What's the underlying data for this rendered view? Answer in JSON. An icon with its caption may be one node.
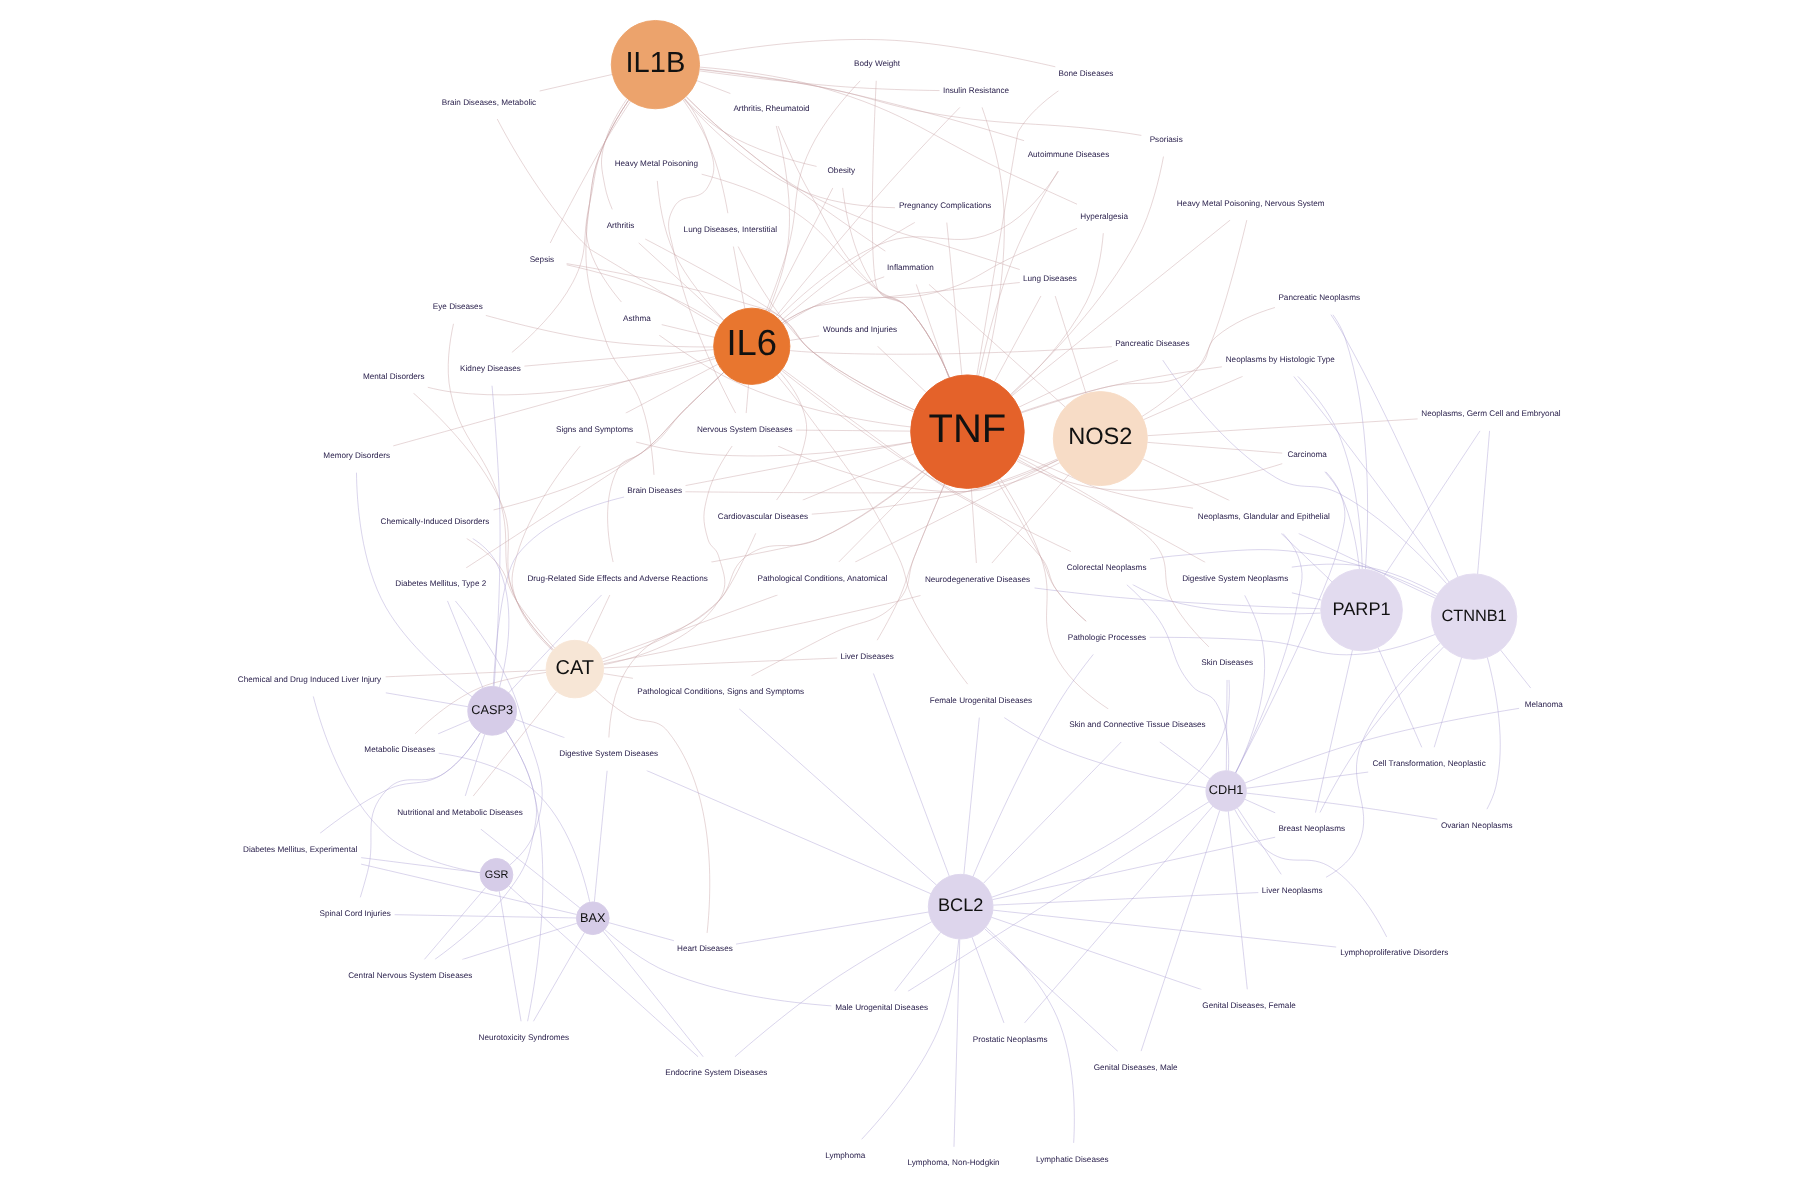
{
  "diagram": {
    "nodes": [
      {
        "text": [
          "NOS2"
        ]
      },
      {
        "text": [
          "PARP1"
        ]
      },
      {
        "text": [
          "CTNNB1"
        ]
      },
      {
        "text": [
          "TNF"
        ]
      },
      {
        "text": [
          "CDH1"
        ]
      },
      {
        "text": [
          "CAT"
        ]
      },
      {
        "text": [
          "IL1B"
        ]
      },
      {
        "text": [
          "IL6"
        ]
      },
      {
        "text": [
          "BCL2"
        ]
      },
      {
        "text": [
          "BAX"
        ]
      },
      {
        "text": [
          "CASP3"
        ]
      },
      {
        "text": [
          "GSR"
        ]
      },
      {
        "text": [
          "Pancreatic Neoplasms"
        ]
      },
      {
        "text": [
          "Pancreatic Diseases"
        ]
      },
      {
        "text": [
          "Carcinoma"
        ]
      },
      {
        "text": [
          "Neoplasms, Glandular and Epithelial"
        ]
      },
      {
        "text": [
          "Neoplasms, Germ Cell and Embryonal"
        ]
      },
      {
        "text": [
          "Neurodegenerative Diseases"
        ]
      },
      {
        "text": [
          "Heavy Metal Poisoning"
        ]
      },
      {
        "text": [
          "Heavy Metal Poisoning, Nervous System"
        ]
      },
      {
        "text": [
          "Neoplasms by Histologic Type"
        ]
      },
      {
        "text": [
          "Brain Diseases"
        ]
      },
      {
        "text": [
          "Body Weight"
        ]
      },
      {
        "text": [
          "Nervous System Diseases"
        ]
      },
      {
        "text": [
          "Lung Diseases, Interstitial"
        ]
      },
      {
        "text": [
          "Cell Transformation, Neoplastic"
        ]
      },
      {
        "text": [
          "Ovarian Neoplasms"
        ]
      },
      {
        "text": [
          "Colorectal Neoplasms"
        ]
      },
      {
        "text": [
          "Digestive System Neoplasms"
        ]
      },
      {
        "text": [
          "Hyperalgesia"
        ]
      },
      {
        "text": [
          "Melanoma"
        ]
      },
      {
        "text": [
          "Liver Neoplasms"
        ]
      },
      {
        "text": [
          "Breast Neoplasms"
        ]
      },
      {
        "text": [
          "Drug-Related Side Effects and Adverse Reactions"
        ]
      },
      {
        "text": [
          "Obesity"
        ]
      },
      {
        "text": [
          "Pathological Conditions, Anatomical"
        ]
      },
      {
        "text": [
          "Female Urogenital Diseases"
        ]
      },
      {
        "text": [
          "Pathologic Processes"
        ]
      },
      {
        "text": [
          "Arthritis"
        ]
      },
      {
        "text": [
          "Prostatic Neoplasms"
        ]
      },
      {
        "text": [
          "Skin Diseases"
        ]
      },
      {
        "text": [
          "Cardiovascular Diseases"
        ]
      },
      {
        "text": [
          "Inflammation"
        ]
      },
      {
        "text": [
          "Autoimmune Diseases"
        ]
      },
      {
        "text": [
          "Liver Diseases"
        ]
      },
      {
        "text": [
          "Genital Diseases, Male"
        ]
      },
      {
        "text": [
          "Genital Diseases, Female"
        ]
      },
      {
        "text": [
          "Male Urogenital Diseases"
        ]
      },
      {
        "text": [
          "Lymphoproliferative Disorders"
        ]
      },
      {
        "text": [
          "Skin and Connective Tissue Diseases"
        ]
      },
      {
        "text": [
          "Mental Disorders"
        ]
      },
      {
        "text": [
          "Signs and Symptoms"
        ]
      },
      {
        "text": [
          "Eye Diseases"
        ]
      },
      {
        "text": [
          "Arthritis, Rheumatoid"
        ]
      },
      {
        "text": [
          "Bone Diseases"
        ]
      },
      {
        "text": [
          "Psoriasis"
        ]
      },
      {
        "text": [
          "Lymphoma"
        ]
      },
      {
        "text": [
          "Digestive System Diseases"
        ]
      },
      {
        "text": [
          "Chemically-Induced Disorders"
        ]
      },
      {
        "text": [
          "Pathological Conditions, Signs and Symptoms"
        ]
      },
      {
        "text": [
          "Metabolic Diseases"
        ]
      },
      {
        "text": [
          "Heart Diseases"
        ]
      },
      {
        "text": [
          "Central Nervous System Diseases"
        ]
      },
      {
        "text": [
          "Lymphatic Diseases"
        ]
      },
      {
        "text": [
          "Endocrine System Diseases"
        ]
      },
      {
        "text": [
          "Nutritional and Metabolic Diseases"
        ]
      },
      {
        "text": [
          "Kidney Diseases"
        ]
      },
      {
        "text": [
          "Insulin Resistance"
        ]
      },
      {
        "text": [
          "Diabetes Mellitus, Type 2"
        ]
      },
      {
        "text": [
          "Sepsis"
        ]
      },
      {
        "text": [
          "Chemical and Drug Induced Liver Injury"
        ]
      },
      {
        "text": [
          "Diabetes Mellitus, Experimental"
        ]
      },
      {
        "text": [
          "Lung Diseases"
        ]
      },
      {
        "text": [
          "Asthma"
        ]
      },
      {
        "text": [
          "Neurotoxicity Syndromes"
        ]
      },
      {
        "text": [
          "Pregnancy Complications"
        ]
      },
      {
        "text": [
          "Brain Diseases, Metabolic"
        ]
      },
      {
        "text": [
          "Wounds and Injuries"
        ]
      },
      {
        "text": [
          "Spinal Cord Injuries"
        ]
      },
      {
        "text": [
          "Lymphoma, Non-Hodgkin"
        ]
      },
      {
        "text": [
          "Memory Disorders"
        ]
      }
    ],
    "edges": [
      {
        "from": 2,
        "to": 12,
        "arrow": "none",
        "color": "#ab9ed3"
      },
      {
        "from": 1,
        "to": 12,
        "arrow": "none",
        "color": "#ab9ed3"
      },
      {
        "from": 3,
        "to": 12,
        "arrow": "none"
      },
      {
        "from": 2,
        "to": 13,
        "arrow": "none",
        "color": "#ab9ed3"
      },
      {
        "from": 3,
        "to": 13,
        "arrow": "none"
      },
      {
        "from": 7,
        "to": 13,
        "arrow": "none"
      },
      {
        "from": 1,
        "to": 14,
        "arrow": "none",
        "color": "#ab9ed3"
      },
      {
        "from": 0,
        "to": 14,
        "arrow": "none"
      },
      {
        "from": 4,
        "to": 14,
        "arrow": "none",
        "color": "#ab9ed3"
      },
      {
        "from": 3,
        "to": 14,
        "arrow": "none"
      },
      {
        "from": 1,
        "to": 15,
        "arrow": "none",
        "color": "#ab9ed3"
      },
      {
        "from": 0,
        "to": 15,
        "arrow": "none"
      },
      {
        "from": 2,
        "to": 15,
        "arrow": "none",
        "color": "#ab9ed3"
      },
      {
        "from": 4,
        "to": 15,
        "arrow": "none",
        "color": "#ab9ed3"
      },
      {
        "from": 3,
        "to": 15,
        "arrow": "none"
      },
      {
        "from": 1,
        "to": 16,
        "arrow": "none",
        "color": "#ab9ed3"
      },
      {
        "from": 0,
        "to": 16,
        "arrow": "none"
      },
      {
        "from": 2,
        "to": 16,
        "arrow": "none",
        "color": "#ab9ed3"
      },
      {
        "from": 0,
        "to": 17,
        "arrow": "none"
      },
      {
        "from": 3,
        "to": 17,
        "arrow": "none"
      },
      {
        "from": 5,
        "to": 17,
        "arrow": "none"
      },
      {
        "from": 1,
        "to": 17,
        "arrow": "none",
        "color": "#ab9ed3"
      },
      {
        "from": 3,
        "to": 18,
        "arrow": "none"
      },
      {
        "from": 7,
        "to": 18,
        "arrow": "none"
      },
      {
        "from": 3,
        "to": 19,
        "arrow": "none"
      },
      {
        "from": 0,
        "to": 19,
        "arrow": "none"
      },
      {
        "from": 1,
        "to": 20,
        "arrow": "none",
        "color": "#ab9ed3"
      },
      {
        "from": 2,
        "to": 20,
        "arrow": "none",
        "color": "#ab9ed3"
      },
      {
        "from": 0,
        "to": 20,
        "arrow": "none"
      },
      {
        "from": 3,
        "to": 20,
        "arrow": "none"
      },
      {
        "from": 0,
        "to": 21,
        "arrow": "none"
      },
      {
        "from": 3,
        "to": 21,
        "arrow": "none"
      },
      {
        "from": 6,
        "to": 21,
        "arrow": "none"
      },
      {
        "from": 10,
        "to": 21,
        "arrow": "none",
        "color": "#ab9ed3"
      },
      {
        "from": 3,
        "to": 22,
        "arrow": "none"
      },
      {
        "from": 7,
        "to": 22,
        "arrow": "none"
      },
      {
        "from": 0,
        "to": 23,
        "arrow": "none"
      },
      {
        "from": 3,
        "to": 23,
        "arrow": "none"
      },
      {
        "from": 6,
        "to": 23,
        "arrow": "none"
      },
      {
        "from": 7,
        "to": 23,
        "arrow": "none"
      },
      {
        "from": 5,
        "to": 23,
        "arrow": "none"
      },
      {
        "from": 3,
        "to": 24,
        "arrow": "none"
      },
      {
        "from": 7,
        "to": 24,
        "arrow": "none"
      },
      {
        "from": 6,
        "to": 24,
        "arrow": "none"
      },
      {
        "from": 2,
        "to": 25,
        "arrow": "none",
        "color": "#ab9ed3"
      },
      {
        "from": 4,
        "to": 25,
        "arrow": "none",
        "color": "#ab9ed3"
      },
      {
        "from": 1,
        "to": 25,
        "arrow": "none",
        "color": "#ab9ed3"
      },
      {
        "from": 2,
        "to": 26,
        "arrow": "none",
        "color": "#ab9ed3"
      },
      {
        "from": 4,
        "to": 26,
        "arrow": "none",
        "color": "#ab9ed3"
      },
      {
        "from": 2,
        "to": 27,
        "arrow": "none",
        "color": "#ab9ed3"
      },
      {
        "from": 4,
        "to": 27,
        "arrow": "none",
        "color": "#ab9ed3"
      },
      {
        "from": 1,
        "to": 27,
        "arrow": "none",
        "color": "#ab9ed3"
      },
      {
        "from": 7,
        "to": 27,
        "arrow": "none"
      },
      {
        "from": 2,
        "to": 28,
        "arrow": "none",
        "color": "#ab9ed3"
      },
      {
        "from": 4,
        "to": 28,
        "arrow": "none",
        "color": "#ab9ed3"
      },
      {
        "from": 1,
        "to": 28,
        "arrow": "none",
        "color": "#ab9ed3"
      },
      {
        "from": 3,
        "to": 28,
        "arrow": "none"
      },
      {
        "from": 3,
        "to": 29,
        "arrow": "none"
      },
      {
        "from": 6,
        "to": 29,
        "arrow": "none"
      },
      {
        "from": 7,
        "to": 29,
        "arrow": "none"
      },
      {
        "from": 4,
        "to": 30,
        "arrow": "none",
        "color": "#ab9ed3"
      },
      {
        "from": 2,
        "to": 30,
        "arrow": "none",
        "color": "#ab9ed3"
      },
      {
        "from": 2,
        "to": 31,
        "arrow": "none",
        "color": "#ab9ed3"
      },
      {
        "from": 4,
        "to": 31,
        "arrow": "none",
        "color": "#ab9ed3"
      },
      {
        "from": 8,
        "to": 31,
        "arrow": "none",
        "color": "#ab9ed3"
      },
      {
        "from": 4,
        "to": 32,
        "arrow": "none",
        "color": "#ab9ed3"
      },
      {
        "from": 1,
        "to": 32,
        "arrow": "none",
        "color": "#ab9ed3"
      },
      {
        "from": 8,
        "to": 32,
        "arrow": "none",
        "color": "#ab9ed3"
      },
      {
        "from": 2,
        "to": 32,
        "arrow": "none",
        "color": "#ab9ed3"
      },
      {
        "from": 3,
        "to": 33,
        "arrow": "none"
      },
      {
        "from": 7,
        "to": 33,
        "arrow": "none"
      },
      {
        "from": 5,
        "to": 33,
        "arrow": "none"
      },
      {
        "from": 10,
        "to": 33,
        "arrow": "none",
        "color": "#ab9ed3"
      },
      {
        "from": 3,
        "to": 34,
        "arrow": "none"
      },
      {
        "from": 7,
        "to": 34,
        "arrow": "none"
      },
      {
        "from": 6,
        "to": 34,
        "arrow": "none"
      },
      {
        "from": 0,
        "to": 35,
        "arrow": "none"
      },
      {
        "from": 3,
        "to": 35,
        "arrow": "none"
      },
      {
        "from": 5,
        "to": 35,
        "arrow": "none"
      },
      {
        "from": 4,
        "to": 36,
        "arrow": "none",
        "color": "#ab9ed3"
      },
      {
        "from": 8,
        "to": 36,
        "arrow": "none",
        "color": "#ab9ed3"
      },
      {
        "from": 7,
        "to": 36,
        "arrow": "none"
      },
      {
        "from": 8,
        "to": 37,
        "arrow": "none",
        "color": "#ab9ed3"
      },
      {
        "from": 3,
        "to": 37,
        "arrow": "none"
      },
      {
        "from": 2,
        "to": 37,
        "arrow": "none",
        "color": "#ab9ed3"
      },
      {
        "from": 7,
        "to": 37,
        "arrow": "none"
      },
      {
        "from": 3,
        "to": 38,
        "arrow": "none"
      },
      {
        "from": 6,
        "to": 38,
        "arrow": "none"
      },
      {
        "from": 7,
        "to": 38,
        "arrow": "none"
      },
      {
        "from": 4,
        "to": 39,
        "arrow": "none",
        "color": "#ab9ed3"
      },
      {
        "from": 8,
        "to": 39,
        "arrow": "none",
        "color": "#ab9ed3"
      },
      {
        "from": 4,
        "to": 40,
        "arrow": "none",
        "color": "#ab9ed3"
      },
      {
        "from": 3,
        "to": 40,
        "arrow": "none"
      },
      {
        "from": 8,
        "to": 40,
        "arrow": "none",
        "color": "#ab9ed3"
      },
      {
        "from": 5,
        "to": 41,
        "arrow": "none"
      },
      {
        "from": 3,
        "to": 41,
        "arrow": "none"
      },
      {
        "from": 7,
        "to": 41,
        "arrow": "none"
      },
      {
        "from": 0,
        "to": 41,
        "arrow": "none"
      },
      {
        "from": 3,
        "to": 42,
        "arrow": "none"
      },
      {
        "from": 7,
        "to": 42,
        "arrow": "none"
      },
      {
        "from": 6,
        "to": 42,
        "arrow": "none"
      },
      {
        "from": 0,
        "to": 42,
        "arrow": "none"
      },
      {
        "from": 3,
        "to": 43,
        "arrow": "none"
      },
      {
        "from": 6,
        "to": 43,
        "arrow": "none"
      },
      {
        "from": 7,
        "to": 43,
        "arrow": "none"
      },
      {
        "from": 8,
        "to": 44,
        "arrow": "none",
        "color": "#ab9ed3"
      },
      {
        "from": 3,
        "to": 44,
        "arrow": "none"
      },
      {
        "from": 5,
        "to": 44,
        "arrow": "none"
      },
      {
        "from": 4,
        "to": 45,
        "arrow": "none",
        "color": "#ab9ed3"
      },
      {
        "from": 8,
        "to": 45,
        "arrow": "none",
        "color": "#ab9ed3"
      },
      {
        "from": 4,
        "to": 46,
        "arrow": "none",
        "color": "#ab9ed3"
      },
      {
        "from": 8,
        "to": 46,
        "arrow": "none",
        "color": "#ab9ed3"
      },
      {
        "from": 8,
        "to": 47,
        "arrow": "none",
        "color": "#ab9ed3"
      },
      {
        "from": 4,
        "to": 47,
        "arrow": "none",
        "color": "#ab9ed3"
      },
      {
        "from": 9,
        "to": 47,
        "arrow": "none",
        "color": "#ab9ed3"
      },
      {
        "from": 8,
        "to": 48,
        "arrow": "none",
        "color": "#ab9ed3"
      },
      {
        "from": 4,
        "to": 48,
        "arrow": "none",
        "color": "#ab9ed3"
      },
      {
        "from": 8,
        "to": 49,
        "arrow": "none",
        "color": "#ab9ed3"
      },
      {
        "from": 4,
        "to": 49,
        "arrow": "none",
        "color": "#ab9ed3"
      },
      {
        "from": 3,
        "to": 49,
        "arrow": "none"
      },
      {
        "from": 5,
        "to": 50,
        "arrow": "none"
      },
      {
        "from": 7,
        "to": 50,
        "arrow": "none"
      },
      {
        "from": 5,
        "to": 51,
        "arrow": "none"
      },
      {
        "from": 7,
        "to": 51,
        "arrow": "none"
      },
      {
        "from": 3,
        "to": 51,
        "arrow": "none"
      },
      {
        "from": 5,
        "to": 52,
        "arrow": "none"
      },
      {
        "from": 7,
        "to": 52,
        "arrow": "none"
      },
      {
        "from": 3,
        "to": 53,
        "arrow": "none"
      },
      {
        "from": 6,
        "to": 53,
        "arrow": "none"
      },
      {
        "from": 7,
        "to": 53,
        "arrow": "none"
      },
      {
        "from": 6,
        "to": 54,
        "arrow": "none"
      },
      {
        "from": 3,
        "to": 54,
        "arrow": "none"
      },
      {
        "from": 3,
        "to": 55,
        "arrow": "none"
      },
      {
        "from": 6,
        "to": 55,
        "arrow": "none"
      },
      {
        "from": 8,
        "to": 56,
        "arrow": "none",
        "color": "#ab9ed3"
      },
      {
        "from": 8,
        "to": 57,
        "arrow": "none",
        "color": "#ab9ed3"
      },
      {
        "from": 9,
        "to": 57,
        "arrow": "none",
        "color": "#ab9ed3"
      },
      {
        "from": 10,
        "to": 57,
        "arrow": "none",
        "color": "#ab9ed3"
      },
      {
        "from": 3,
        "to": 57,
        "arrow": "none"
      },
      {
        "from": 5,
        "to": 58,
        "arrow": "none"
      },
      {
        "from": 10,
        "to": 58,
        "arrow": "none",
        "color": "#ab9ed3"
      },
      {
        "from": 7,
        "to": 58,
        "arrow": "none"
      },
      {
        "from": 8,
        "to": 59,
        "arrow": "none",
        "color": "#ab9ed3"
      },
      {
        "from": 5,
        "to": 59,
        "arrow": "none"
      },
      {
        "from": 3,
        "to": 59,
        "arrow": "none"
      },
      {
        "from": 9,
        "to": 60,
        "arrow": "none",
        "color": "#ab9ed3"
      },
      {
        "from": 10,
        "to": 60,
        "arrow": "none",
        "color": "#ab9ed3"
      },
      {
        "from": 5,
        "to": 60,
        "arrow": "none"
      },
      {
        "from": 8,
        "to": 61,
        "arrow": "none",
        "color": "#ab9ed3"
      },
      {
        "from": 9,
        "to": 61,
        "arrow": "none",
        "color": "#ab9ed3"
      },
      {
        "from": 5,
        "to": 61,
        "arrow": "none"
      },
      {
        "from": 10,
        "to": 62,
        "arrow": "none",
        "color": "#ab9ed3"
      },
      {
        "from": 9,
        "to": 62,
        "arrow": "none",
        "color": "#ab9ed3"
      },
      {
        "from": 11,
        "to": 62,
        "arrow": "none",
        "color": "#ab9ed3"
      },
      {
        "from": 8,
        "to": 63,
        "arrow": "none",
        "color": "#ab9ed3"
      },
      {
        "from": 9,
        "to": 64,
        "arrow": "none",
        "color": "#ab9ed3"
      },
      {
        "from": 11,
        "to": 64,
        "arrow": "none",
        "color": "#ab9ed3"
      },
      {
        "from": 8,
        "to": 64,
        "arrow": "none",
        "color": "#ab9ed3"
      },
      {
        "from": 9,
        "to": 65,
        "arrow": "none",
        "color": "#ab9ed3"
      },
      {
        "from": 10,
        "to": 65,
        "arrow": "none",
        "color": "#ab9ed3"
      },
      {
        "from": 5,
        "to": 65,
        "arrow": "none"
      },
      {
        "from": 7,
        "to": 66,
        "arrow": "none"
      },
      {
        "from": 6,
        "to": 66,
        "arrow": "none"
      },
      {
        "from": 10,
        "to": 66,
        "arrow": "none",
        "color": "#ab9ed3"
      },
      {
        "from": 3,
        "to": 67,
        "arrow": "none"
      },
      {
        "from": 7,
        "to": 67,
        "arrow": "none"
      },
      {
        "from": 6,
        "to": 67,
        "arrow": "none"
      },
      {
        "from": 11,
        "to": 68,
        "arrow": "none",
        "color": "#ab9ed3"
      },
      {
        "from": 10,
        "to": 68,
        "arrow": "none",
        "color": "#ab9ed3"
      },
      {
        "from": 7,
        "to": 68,
        "arrow": "none"
      },
      {
        "from": 3,
        "to": 69,
        "arrow": "none"
      },
      {
        "from": 7,
        "to": 69,
        "arrow": "none"
      },
      {
        "from": 6,
        "to": 69,
        "arrow": "none"
      },
      {
        "from": 10,
        "to": 70,
        "arrow": "none",
        "color": "#ab9ed3"
      },
      {
        "from": 11,
        "to": 70,
        "arrow": "none",
        "color": "#ab9ed3"
      },
      {
        "from": 5,
        "to": 70,
        "arrow": "none"
      },
      {
        "from": 10,
        "to": 71,
        "arrow": "none",
        "color": "#ab9ed3"
      },
      {
        "from": 11,
        "to": 71,
        "arrow": "none",
        "color": "#ab9ed3"
      },
      {
        "from": 9,
        "to": 71,
        "arrow": "none",
        "color": "#ab9ed3"
      },
      {
        "from": 3,
        "to": 72,
        "arrow": "none"
      },
      {
        "from": 7,
        "to": 72,
        "arrow": "none"
      },
      {
        "from": 6,
        "to": 72,
        "arrow": "none"
      },
      {
        "from": 0,
        "to": 72,
        "arrow": "none"
      },
      {
        "from": 7,
        "to": 73,
        "arrow": "none"
      },
      {
        "from": 6,
        "to": 73,
        "arrow": "none"
      },
      {
        "from": 3,
        "to": 73,
        "arrow": "none"
      },
      {
        "from": 10,
        "to": 74,
        "arrow": "none",
        "color": "#ab9ed3"
      },
      {
        "from": 9,
        "to": 74,
        "arrow": "none",
        "color": "#ab9ed3"
      },
      {
        "from": 11,
        "to": 74,
        "arrow": "none",
        "color": "#ab9ed3"
      },
      {
        "from": 7,
        "to": 75,
        "arrow": "none"
      },
      {
        "from": 6,
        "to": 75,
        "arrow": "none"
      },
      {
        "from": 3,
        "to": 75,
        "arrow": "none"
      },
      {
        "from": 6,
        "to": 76,
        "arrow": "none"
      },
      {
        "from": 7,
        "to": 76,
        "arrow": "none"
      },
      {
        "from": 7,
        "to": 77,
        "arrow": "none"
      },
      {
        "from": 3,
        "to": 77,
        "arrow": "none"
      },
      {
        "from": 10,
        "to": 78,
        "arrow": "none",
        "color": "#ab9ed3"
      },
      {
        "from": 9,
        "to": 78,
        "arrow": "none",
        "color": "#ab9ed3"
      },
      {
        "from": 8,
        "to": 79,
        "arrow": "none",
        "color": "#ab9ed3"
      },
      {
        "from": 10,
        "to": 80,
        "arrow": "none",
        "color": "#ab9ed3"
      },
      {
        "from": 7,
        "to": 80,
        "arrow": "none"
      }
    ]
  }
}
